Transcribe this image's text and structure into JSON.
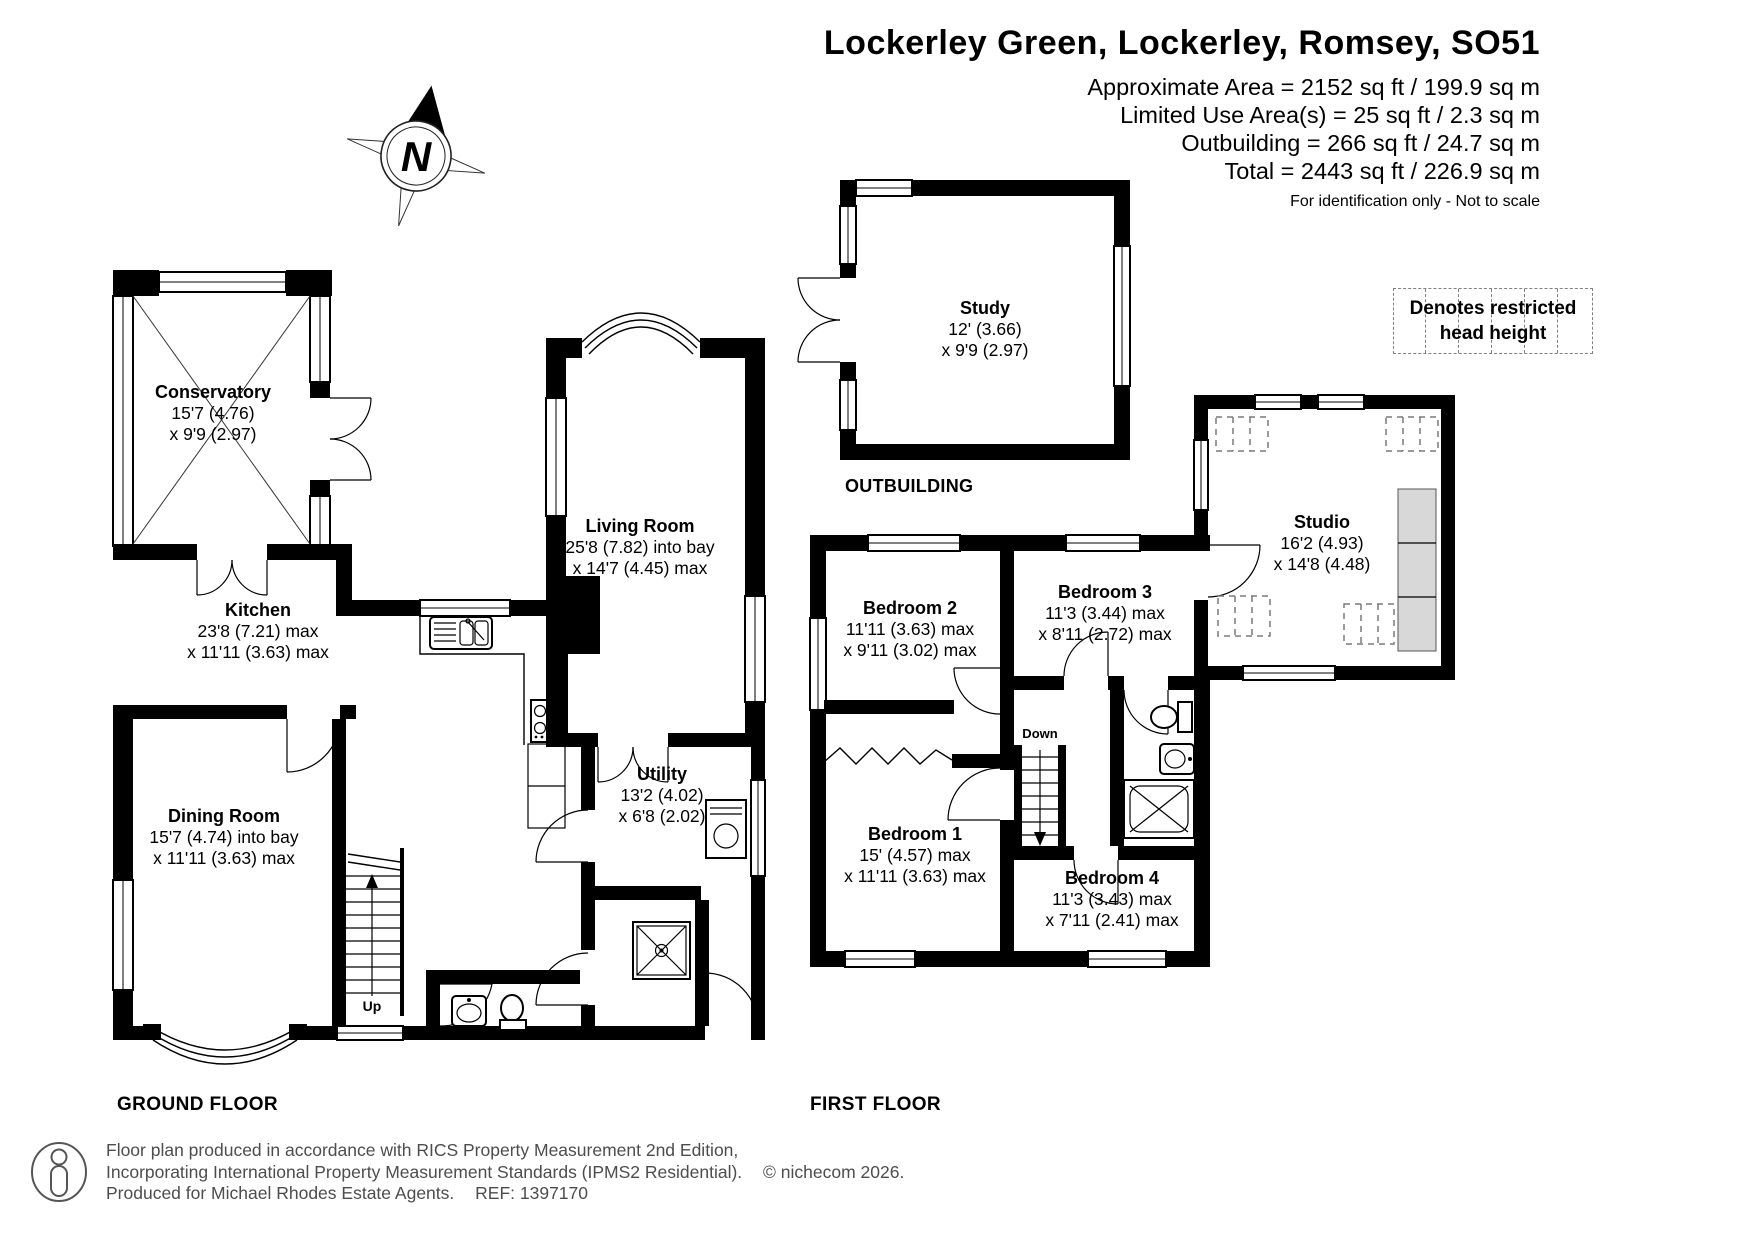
{
  "header": {
    "title": "Lockerley Green, Lockerley, Romsey, SO51",
    "area_lines": [
      "Approximate Area = 2152 sq ft / 199.9 sq m",
      "Limited Use Area(s) = 25 sq ft / 2.3 sq m",
      "Outbuilding = 266 sq ft / 24.7 sq m",
      "Total = 2443 sq ft / 226.9 sq m"
    ],
    "disclaimer": "For identification only - Not to scale"
  },
  "compass": {
    "label": "N"
  },
  "legend": {
    "line1": "Denotes restricted",
    "line2": "head height"
  },
  "floors": {
    "ground_label": "GROUND FLOOR",
    "first_label": "FIRST FLOOR",
    "outbuilding_label": "OUTBUILDING"
  },
  "rooms": {
    "conservatory": {
      "name": "Conservatory",
      "dim1": "15'7 (4.76)",
      "dim2": "x 9'9 (2.97)"
    },
    "kitchen": {
      "name": "Kitchen",
      "dim1": "23'8 (7.21) max",
      "dim2": "x 11'11 (3.63) max"
    },
    "living_room": {
      "name": "Living Room",
      "dim1": "25'8 (7.82) into bay",
      "dim2": "x 14'7 (4.45) max"
    },
    "dining_room": {
      "name": "Dining Room",
      "dim1": "15'7 (4.74) into bay",
      "dim2": "x 11'11 (3.63) max"
    },
    "utility": {
      "name": "Utility",
      "dim1": "13'2 (4.02)",
      "dim2": "x 6'8 (2.02)"
    },
    "study": {
      "name": "Study",
      "dim1": "12' (3.66)",
      "dim2": "x 9'9 (2.97)"
    },
    "studio": {
      "name": "Studio",
      "dim1": "16'2 (4.93)",
      "dim2": "x 14'8 (4.48)"
    },
    "bedroom1": {
      "name": "Bedroom 1",
      "dim1": "15' (4.57) max",
      "dim2": "x 11'11 (3.63) max"
    },
    "bedroom2": {
      "name": "Bedroom 2",
      "dim1": "11'11 (3.63) max",
      "dim2": "x 9'11 (3.02) max"
    },
    "bedroom3": {
      "name": "Bedroom 3",
      "dim1": "11'3 (3.44) max",
      "dim2": "x 8'11 (2.72) max"
    },
    "bedroom4": {
      "name": "Bedroom 4",
      "dim1": "11'3 (3.43) max",
      "dim2": "x 7'11 (2.41) max"
    }
  },
  "stairs": {
    "up": "Up",
    "down": "Down"
  },
  "footer": {
    "line1": "Floor plan produced in accordance with RICS Property Measurement 2nd Edition,",
    "line2": "Incorporating International Property Measurement Standards (IPMS2 Residential).",
    "copyright": "© nichecom 2026.",
    "line3": "Produced for Michael Rhodes Estate Agents.",
    "ref": "REF: 1397170"
  },
  "colors": {
    "wall": "#000000",
    "footer_text": "#4d4d4d",
    "legend_dash": "#808080",
    "restricted_gray": "#d8d8d8"
  }
}
